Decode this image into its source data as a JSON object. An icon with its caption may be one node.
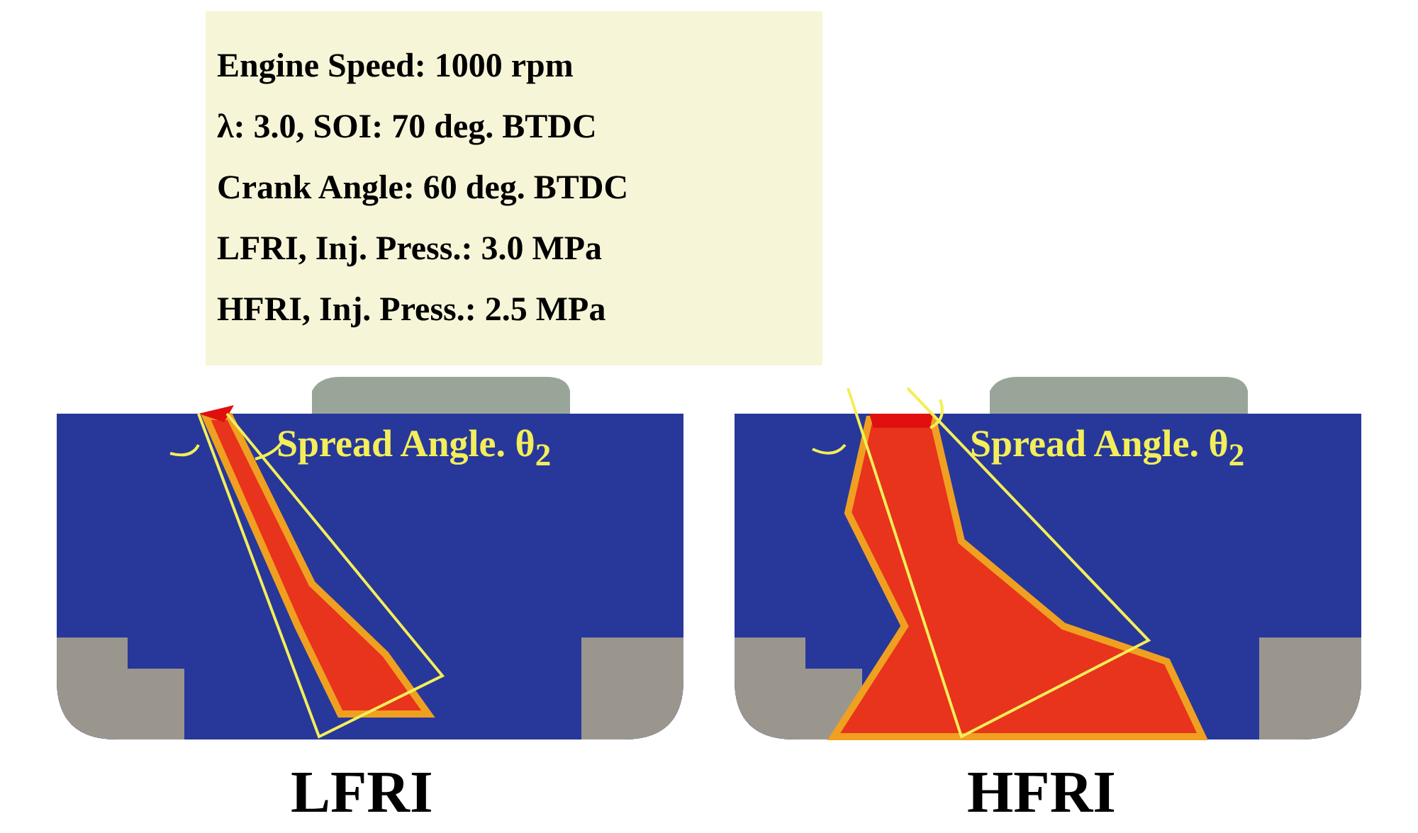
{
  "diagram": {
    "nodes": [
      {
        "text": [
          "Engine Speed: 1000 rpm",
          "λ: 3.0, SOI: 70 deg. BTDC",
          "Crank Angle: 60 deg. BTDC",
          "LFRI, Inj. Press.: 3.0 MPa",
          "HFRI, Inj. Press.: 2.5 MPa"
        ]
      }
    ],
    "labels": [
      "Spread Angle. θ$_{2}$",
      "Spread Angle. θ$_{2}$",
      "LFRI",
      "HFRI"
    ]
  }
}
